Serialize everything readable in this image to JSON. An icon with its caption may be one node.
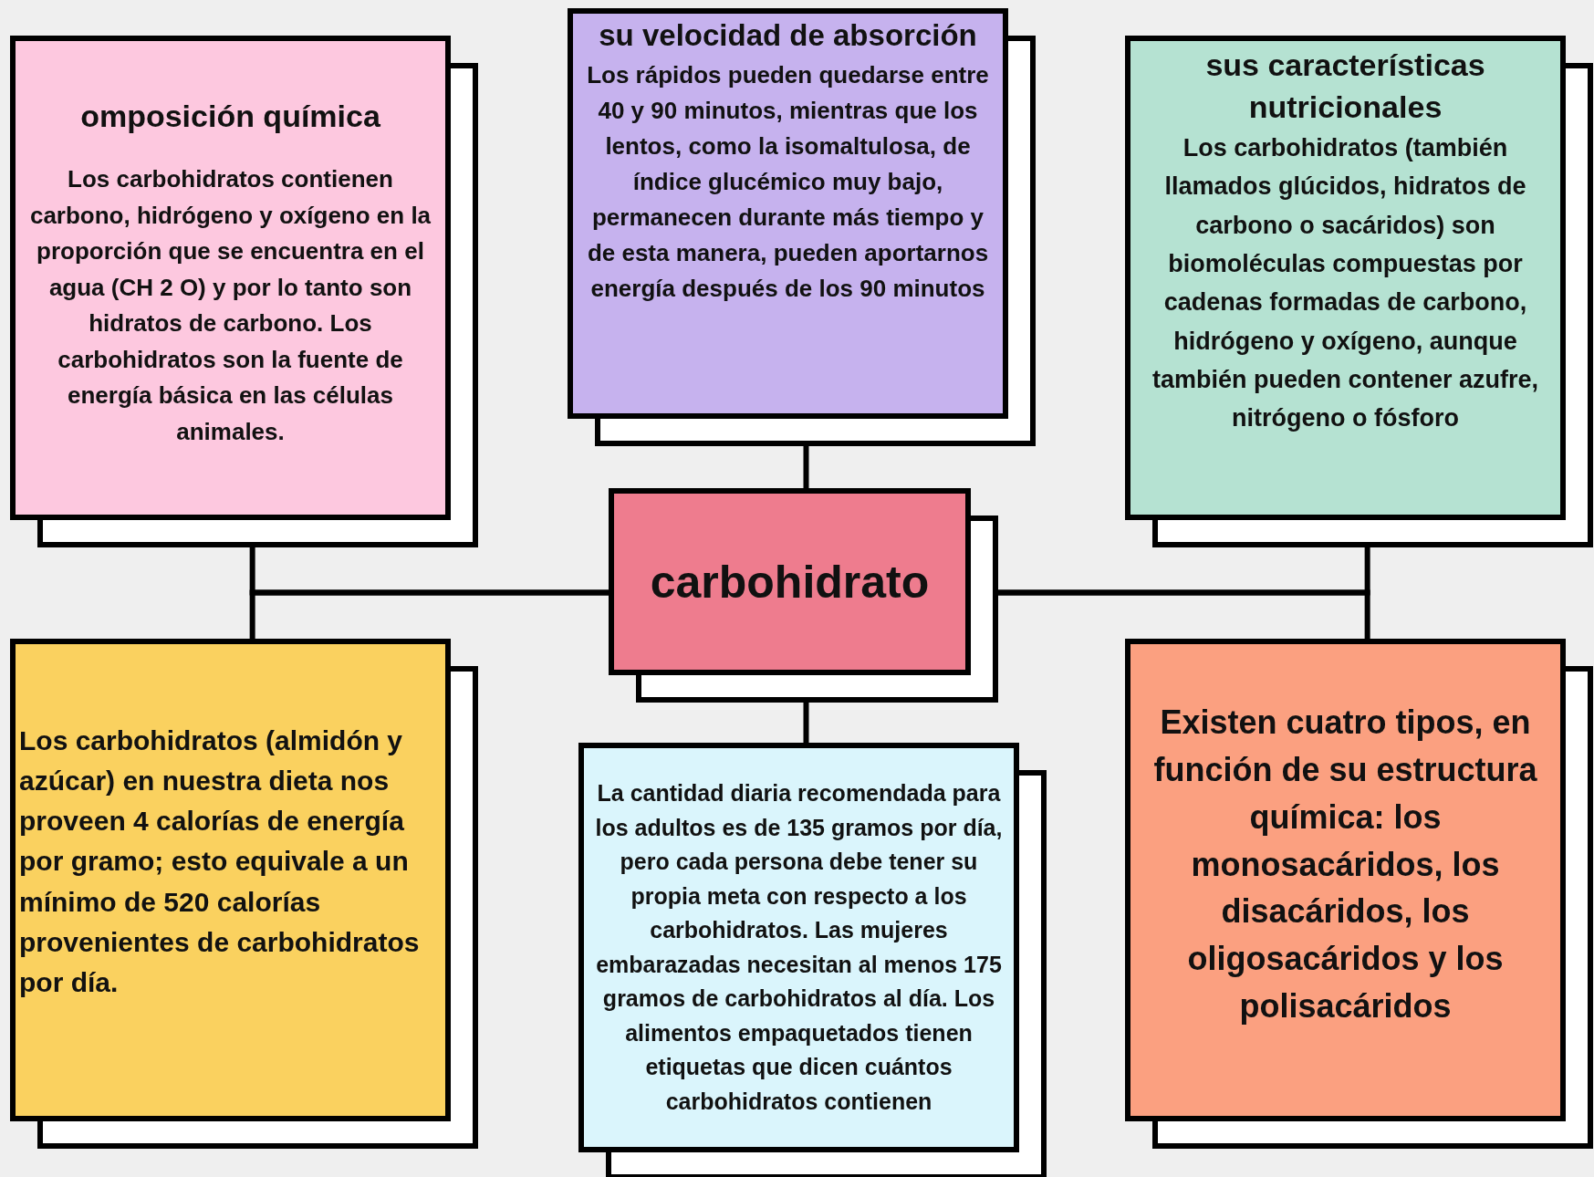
{
  "diagram": {
    "nodes": [
      {
        "text": [
          "omposición química",
          "Los carbohidratos contienen carbono, hidrógeno y oxígeno en la proporción que se encuentra en el agua (CH 2 O) y por lo tanto son hidratos de carbono. Los carbohidratos son la fuente de energía básica en las células animales."
        ]
      },
      {
        "text": [
          "su velocidad de absorción",
          "Los rápidos pueden quedarse entre 40 y 90 minutos, mientras que los lentos, como la isomaltulosa, de índice glucémico muy bajo, permanecen durante más tiempo y de esta manera, pueden aportarnos energía después de los 90 minutos"
        ]
      },
      {
        "text": [
          "sus características nutricionales",
          "Los carbohidratos (también llamados glúcidos, hidratos de carbono o sacáridos) son biomoléculas compuestas por cadenas formadas de carbono, hidrógeno y oxígeno, aunque también pueden contener azufre, nitrógeno o fósforo"
        ]
      },
      {
        "text": [
          "carbohidrato"
        ]
      },
      {
        "text": [
          "Los carbohidratos (almidón y azúcar) en nuestra dieta nos proveen 4 calorías de energía por gramo; esto equivale a un mínimo de 520 calorías provenientes de carbohidratos por día."
        ]
      },
      {
        "text": [
          "La cantidad diaria recomendada para los adultos es de 135 gramos por día, pero cada persona debe tener su propia meta con respecto a los carbohidratos. Las mujeres embarazadas necesitan al menos 175 gramos de carbohidratos al día. Los alimentos empaquetados tienen etiquetas que dicen cuántos carbohidratos contienen"
        ]
      },
      {
        "text": [
          "Existen cuatro tipos, en función de su estructura química: los monosacáridos, los disacáridos, los oligosacáridos y los polisacáridos"
        ]
      }
    ],
    "edges": [
      {
        "from": 3,
        "to": 0,
        "arrow": "none"
      },
      {
        "from": 3,
        "to": 1,
        "arrow": "none"
      },
      {
        "from": 3,
        "to": 2,
        "arrow": "none"
      },
      {
        "from": 3,
        "to": 4,
        "arrow": "none"
      },
      {
        "from": 3,
        "to": 5,
        "arrow": "none"
      },
      {
        "from": 3,
        "to": 6,
        "arrow": "none"
      }
    ]
  }
}
